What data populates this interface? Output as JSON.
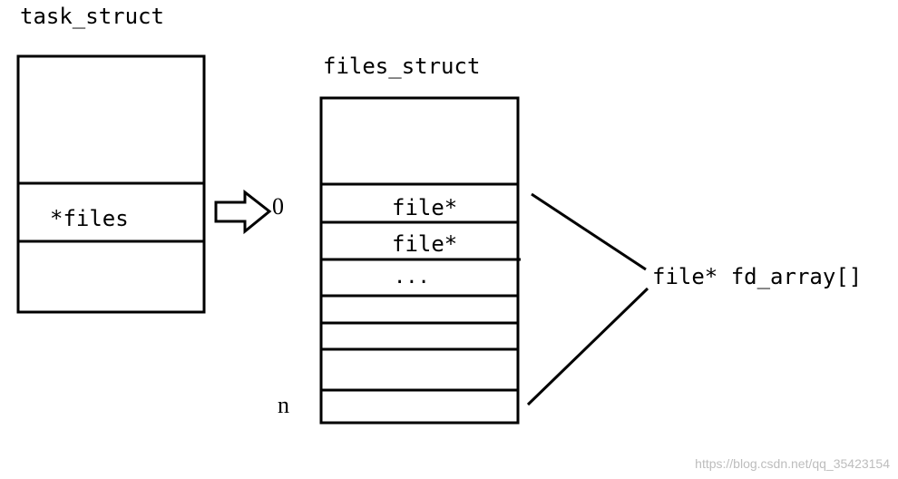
{
  "task_struct": {
    "title": "task_struct",
    "files_field": "*files"
  },
  "files_struct": {
    "title": "files_struct",
    "rows": [
      "file*",
      "file*",
      "..."
    ],
    "first_index": "0",
    "last_index": "n"
  },
  "fd_array_label": "file* fd_array[]",
  "watermark": "https://blog.csdn.net/qq_35423154",
  "colors": {
    "line": "#000000",
    "background": "#ffffff",
    "watermark": "#bdbdbd"
  }
}
